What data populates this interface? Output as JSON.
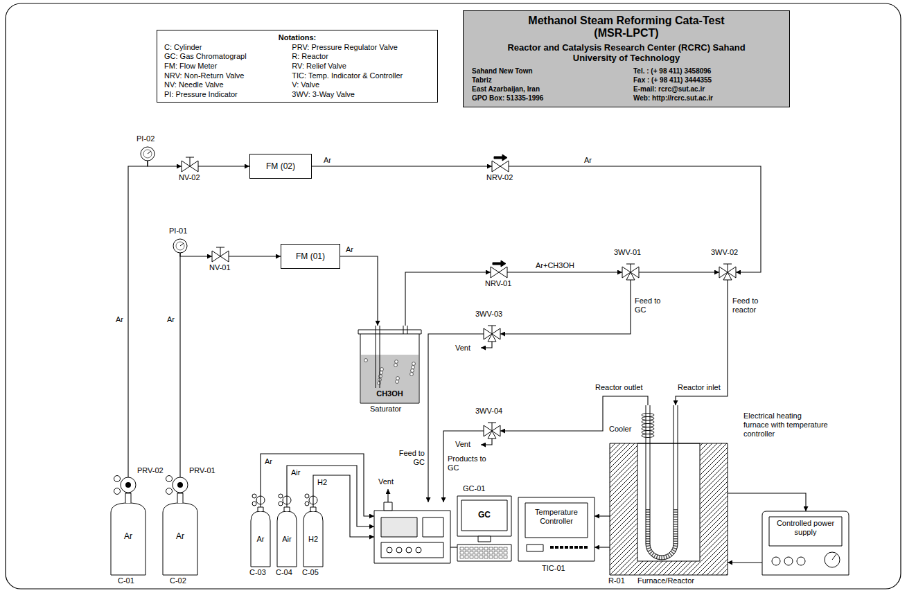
{
  "diagram": {
    "nodes": [
      {
        "text": [
          "Notations:",
          "C: Cylinder",
          "PRV: Pressure Regulator Valve",
          "GC: Gas Chromatograpl",
          "R: Reactor",
          "FM: Flow Meter",
          "RV: Relief Valve",
          "NRV: Non-Return Valve",
          "TIC: Temp. Indicator & Controller",
          "NV: Needle Valve",
          "V: Valve",
          "PI: Pressure Indicator",
          "3WV: 3-Way Valve"
        ]
      },
      {
        "text": [
          "Methanol Steam Reforming Cata-Test (MSR-LPCT)",
          "Reactor and Catalysis Research Center (RCRC) Sahand University of Technology",
          "Sahand New Town",
          "Tel. : (+ 98 411) 3458096",
          "Tabriz",
          "Fax : (+ 98 411) 3444355",
          "East Azarbaijan, Iran",
          "E-mail: rcrc@sut.ac.ir",
          "GPO Box: 51335-1996",
          "Web: http://rcrc.sut.ac.ir"
        ]
      },
      {
        "text": [
          "PI-02"
        ]
      },
      {
        "text": [
          "NV-02"
        ]
      },
      {
        "text": [
          "FM (02)"
        ]
      },
      {
        "text": [
          "NRV-02"
        ]
      },
      {
        "text": [
          "PI-01"
        ]
      },
      {
        "text": [
          "NV-01"
        ]
      },
      {
        "text": [
          "FM (01)"
        ]
      },
      {
        "text": [
          "NRV-01"
        ]
      },
      {
        "text": [
          "3WV-01"
        ]
      },
      {
        "text": [
          "3WV-02"
        ]
      },
      {
        "text": [
          "CH3OH",
          "Saturator"
        ]
      },
      {
        "text": [
          "3WV-03"
        ]
      },
      {
        "text": [
          "3WV-04"
        ]
      },
      {
        "text": [
          "R-01",
          "Furnace/Reactor"
        ]
      },
      {
        "text": [
          "PRV-02"
        ]
      },
      {
        "text": [
          "PRV-01"
        ]
      },
      {
        "text": [
          "Ar",
          "C-01"
        ]
      },
      {
        "text": [
          "Ar",
          "C-02"
        ]
      },
      {
        "text": [
          "Ar",
          "C-03"
        ]
      },
      {
        "text": [
          "Air",
          "C-04"
        ]
      },
      {
        "text": [
          "H2",
          "C-05"
        ]
      },
      {
        "text": [
          "Vent"
        ]
      },
      {
        "text": [
          "GC",
          "GC-01"
        ]
      },
      {
        "text": [
          "Temperature Controller",
          "TIC-01"
        ]
      },
      {
        "text": [
          "Controlled power supply"
        ]
      }
    ],
    "edges": [
      {
        "from": 16,
        "to": 2,
        "label": "Ar",
        "arrow": "none"
      },
      {
        "from": 2,
        "to": 3,
        "arrow": "to"
      },
      {
        "from": 3,
        "to": 4,
        "arrow": "to"
      },
      {
        "from": 4,
        "to": 5,
        "label": "Ar",
        "arrow": "to"
      },
      {
        "from": 5,
        "to": 11,
        "label": "Ar",
        "arrow": "to"
      },
      {
        "from": 17,
        "to": 6,
        "label": "Ar",
        "arrow": "none"
      },
      {
        "from": 6,
        "to": 7,
        "arrow": "to"
      },
      {
        "from": 7,
        "to": 8,
        "arrow": "to"
      },
      {
        "from": 8,
        "to": 12,
        "label": "Ar",
        "arrow": "to"
      },
      {
        "from": 12,
        "to": 9,
        "arrow": "to"
      },
      {
        "from": 9,
        "to": 10,
        "label": "Ar+CH3OH",
        "arrow": "to"
      },
      {
        "from": 10,
        "to": 11,
        "arrow": "to"
      },
      {
        "from": 10,
        "to": 13,
        "label": "Feed to GC",
        "arrow": "to"
      },
      {
        "from": 11,
        "to": 15,
        "label": "Feed to reactor",
        "arrow": "to"
      },
      {
        "from": 13,
        "to": 23,
        "label": "Feed to GC",
        "arrow": "to"
      },
      {
        "from": 15,
        "to": 14,
        "arrow": "to"
      },
      {
        "from": 14,
        "to": 23,
        "label": "Products to GC",
        "arrow": "to"
      },
      {
        "from": 20,
        "to": 23,
        "label": "Ar",
        "arrow": "to"
      },
      {
        "from": 21,
        "to": 23,
        "label": "Air",
        "arrow": "to"
      },
      {
        "from": 22,
        "to": 23,
        "label": "H2",
        "arrow": "to"
      },
      {
        "from": 23,
        "to": 24,
        "arrow": "none"
      },
      {
        "from": 15,
        "to": 25,
        "arrow": "to"
      },
      {
        "from": 15,
        "to": 25,
        "arrow": "to"
      },
      {
        "from": 15,
        "to": 26,
        "arrow": "to"
      },
      {
        "from": 26,
        "to": 15,
        "arrow": "to"
      }
    ],
    "labels": [
      "Vent",
      "Vent",
      "Cooler",
      "Reactor outlet",
      "Reactor inlet",
      "Electrical heating furnace with temperature controller"
    ]
  }
}
